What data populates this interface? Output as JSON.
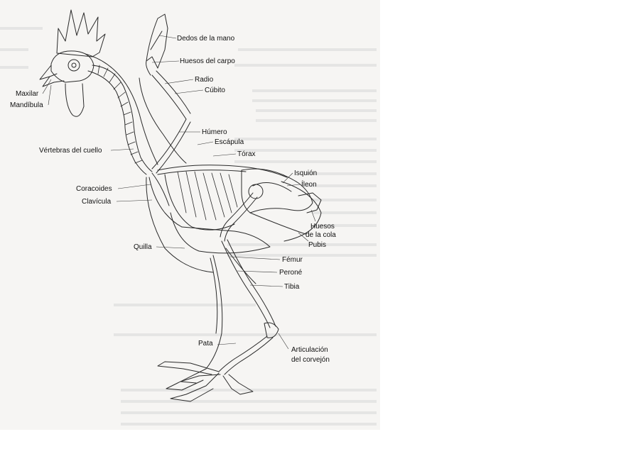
{
  "figure": {
    "labels": {
      "dedos": "Dedos de la mano",
      "carpo": "Huesos del carpo",
      "radio": "Radio",
      "cubito": "Cúbito",
      "maxilar": "Maxilar",
      "mandibula": "Mandíbula",
      "humero": "Húmero",
      "escapula": "Escápula",
      "torax": "Tórax",
      "vertebras": "Vértebras del cuello",
      "isquion": "Isquión",
      "ileon": "Íleon",
      "coracoides": "Coracoides",
      "clavicula": "Clavícula",
      "cola_1": "Huesos",
      "cola_2": "de la cola",
      "pubis": "Pubis",
      "quilla": "Quilla",
      "femur": "Fémur",
      "perone": "Peroné",
      "tibia": "Tibia",
      "pata": "Pata",
      "corvejon_1": "Articulación",
      "corvejon_2": "del corvejón"
    },
    "colors": {
      "ink": "#2a2a2a",
      "paper": "#f6f5f3",
      "ghost": "#cfcfcf"
    }
  }
}
